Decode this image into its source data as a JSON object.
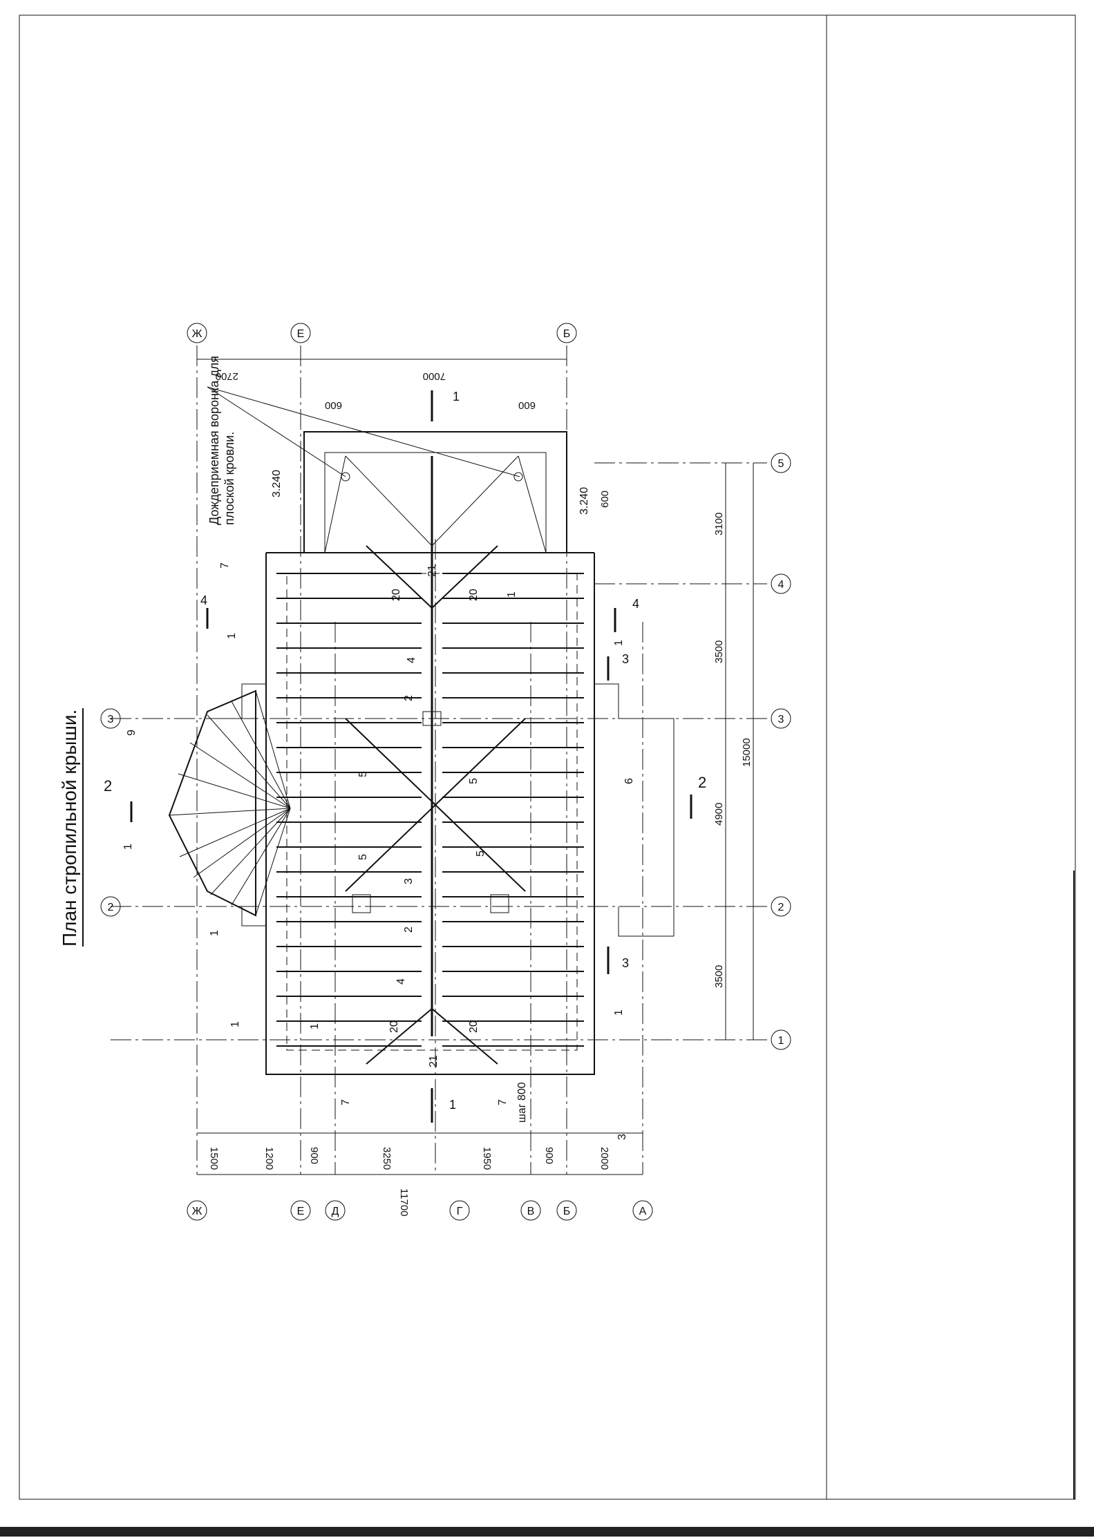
{
  "title": "План стропильной крыши.",
  "note": {
    "line1": "Дождеприемная воронка для",
    "line2": "плоской кровли."
  },
  "axes_letters": [
    "Ж",
    "Е",
    "Д",
    "Г",
    "В",
    "Б",
    "А"
  ],
  "axes_numbers": [
    "1",
    "2",
    "3",
    "4",
    "5"
  ],
  "top_axes": [
    "Ж",
    "Е",
    "Б"
  ],
  "dims_left": [
    "1500",
    "1200",
    "900",
    "3250",
    "1950",
    "900",
    "2000"
  ],
  "dim_left_total": "11700",
  "dims_top": [
    "2700",
    "7000",
    "600",
    "600"
  ],
  "dims_bottom": [
    "3500",
    "4900",
    "3500",
    "3100"
  ],
  "dim_bottom_total": "15000",
  "dim_600": "600",
  "elevations": [
    "3.240",
    "3.240"
  ],
  "step": "шаг 800",
  "section_marks": [
    "1",
    "1",
    "2",
    "2",
    "3",
    "3",
    "4",
    "4"
  ],
  "item_tags": [
    "1",
    "1",
    "1",
    "1",
    "1",
    "1",
    "1",
    "1",
    "2",
    "2",
    "3",
    "3",
    "4",
    "4",
    "5",
    "5",
    "5",
    "5",
    "6",
    "7",
    "7",
    "7",
    "9",
    "20",
    "20",
    "20",
    "20",
    "21",
    "21"
  ]
}
